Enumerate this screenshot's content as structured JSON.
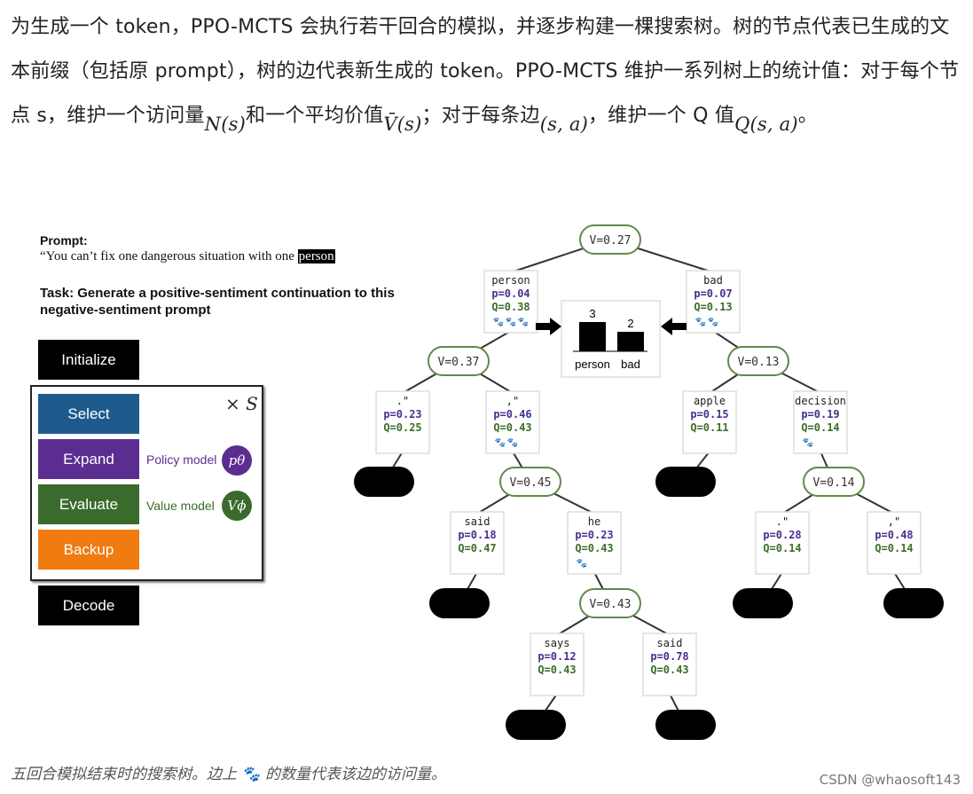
{
  "paragraph": {
    "t1": "为生成一个 token，PPO-MCTS 会执行若干回合的模拟，并逐步构建一棵搜索树。树的节点代表已生成的文本前缀（包括原 prompt），树的边代表新生成的 token。PPO-MCTS 维护一系列树上的统计值：对于每个节点 s，维护一个访问量",
    "m1": "N(s)",
    "t2": "和一个平均价值",
    "m2": "V̄(s)",
    "t3": "；对于每条边",
    "m3": "(s, a)",
    "t4": "，维护一个 Q 值",
    "m4": "Q(s, a)",
    "t5": "。"
  },
  "prompt": {
    "label": "Prompt:",
    "text": "“You can’t fix one dangerous situation with one",
    "highlight": "person"
  },
  "task": "Task: Generate a positive-sentiment continuation to this negative-sentiment prompt",
  "steps": {
    "initialize": "Initialize",
    "select": "Select",
    "expand": "Expand",
    "evaluate": "Evaluate",
    "backup": "Backup",
    "decode": "Decode",
    "repeat": "× S"
  },
  "models": {
    "policy": "Policy model",
    "policy_symbol": "pθ",
    "value": "Value model",
    "value_symbol": "Vϕ"
  },
  "colors": {
    "select": "#1e5a8c",
    "expand": "#5b2d91",
    "evaluate": "#3a6b2c",
    "backup": "#f07b10",
    "black": "#000000",
    "node_border": "#5f8a4a",
    "p_text": "#4b2e8f",
    "q_text": "#3c6e2a"
  },
  "tree": {
    "value_nodes": [
      {
        "id": "root",
        "label": "V=0.27"
      },
      {
        "id": "v1",
        "label": "V=0.37"
      },
      {
        "id": "v2",
        "label": "V=0.13"
      },
      {
        "id": "v3",
        "label": "V=0.45"
      },
      {
        "id": "v4",
        "label": "V=0.14"
      },
      {
        "id": "v5",
        "label": "V=0.43"
      }
    ],
    "edges": [
      {
        "id": "e_person",
        "token": "person",
        "p": "p=0.04",
        "q": "Q=0.38",
        "visits": 3
      },
      {
        "id": "e_bad",
        "token": "bad",
        "p": "p=0.07",
        "q": "Q=0.13",
        "visits": 2
      },
      {
        "id": "e_dq",
        "token": ".\"",
        "p": "p=0.23",
        "q": "Q=0.25",
        "visits": 0
      },
      {
        "id": "e_comma",
        "token": ",\"",
        "p": "p=0.46",
        "q": "Q=0.43",
        "visits": 2
      },
      {
        "id": "e_apple",
        "token": "apple",
        "p": "p=0.15",
        "q": "Q=0.11",
        "visits": 0
      },
      {
        "id": "e_decision",
        "token": "decision",
        "p": "p=0.19",
        "q": "Q=0.14",
        "visits": 1
      },
      {
        "id": "e_said",
        "token": "said",
        "p": "p=0.18",
        "q": "Q=0.47",
        "visits": 0
      },
      {
        "id": "e_he",
        "token": "he",
        "p": "p=0.23",
        "q": "Q=0.43",
        "visits": 1
      },
      {
        "id": "e_dq2",
        "token": ".\"",
        "p": "p=0.28",
        "q": "Q=0.14",
        "visits": 0
      },
      {
        "id": "e_comma2",
        "token": ",\"",
        "p": "p=0.48",
        "q": "Q=0.14",
        "visits": 0
      },
      {
        "id": "e_says",
        "token": "says",
        "p": "p=0.12",
        "q": "Q=0.43",
        "visits": 0
      },
      {
        "id": "e_said2",
        "token": "said",
        "p": "p=0.78",
        "q": "Q=0.43",
        "visits": 0
      }
    ]
  },
  "bar_chart": {
    "categories": [
      "person",
      "bad"
    ],
    "values": [
      3,
      2
    ]
  },
  "caption": "五回合模拟结束时的搜索树。边上 🐾 的数量代表该边的访问量。",
  "credit": "CSDN @whaosoft143"
}
